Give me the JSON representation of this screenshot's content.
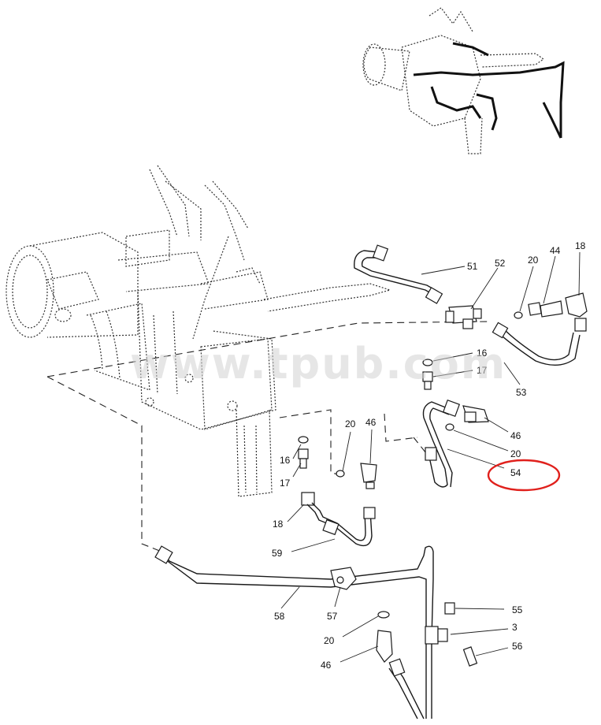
{
  "watermark": "www.tpub.com",
  "callouts": {
    "c51": "51",
    "c52": "52",
    "c20a": "20",
    "c44": "44",
    "c18a": "18",
    "c16a": "16",
    "c17a": "17",
    "c53": "53",
    "c46a": "46",
    "c20b": "20",
    "c54": "54",
    "c20c": "20",
    "c46b": "46",
    "c16b": "16",
    "c17b": "17",
    "c18b": "18",
    "c59": "59",
    "c58": "58",
    "c57": "57",
    "c55": "55",
    "c3": "3",
    "c20d": "20",
    "c46c": "46",
    "c56": "56"
  },
  "highlight": {
    "target": "54",
    "color": "#e0201c"
  }
}
